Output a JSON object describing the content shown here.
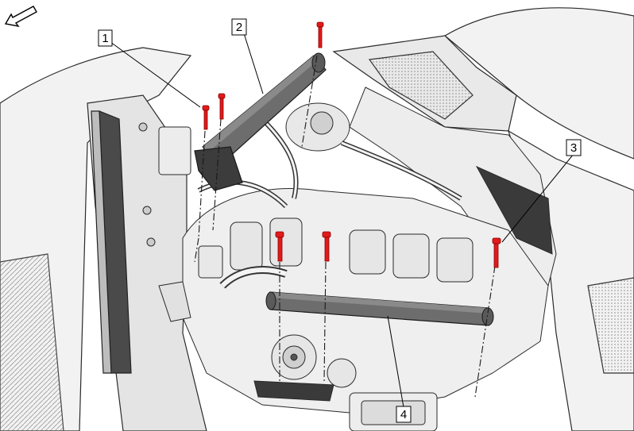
{
  "diagram": {
    "callouts": [
      {
        "id": "1",
        "label": "1"
      },
      {
        "id": "2",
        "label": "2"
      },
      {
        "id": "3",
        "label": "3"
      },
      {
        "id": "4",
        "label": "4"
      }
    ],
    "front_arrow_icon": "hollow-arrow-icon",
    "colors": {
      "fastener": "#e21a1a",
      "brace": "#6d6d6d",
      "brace_shadow": "#3c3c3c",
      "outline": "#1a1a1a",
      "panel": "#f2f2f2",
      "shade": "#d9d9d9"
    }
  }
}
